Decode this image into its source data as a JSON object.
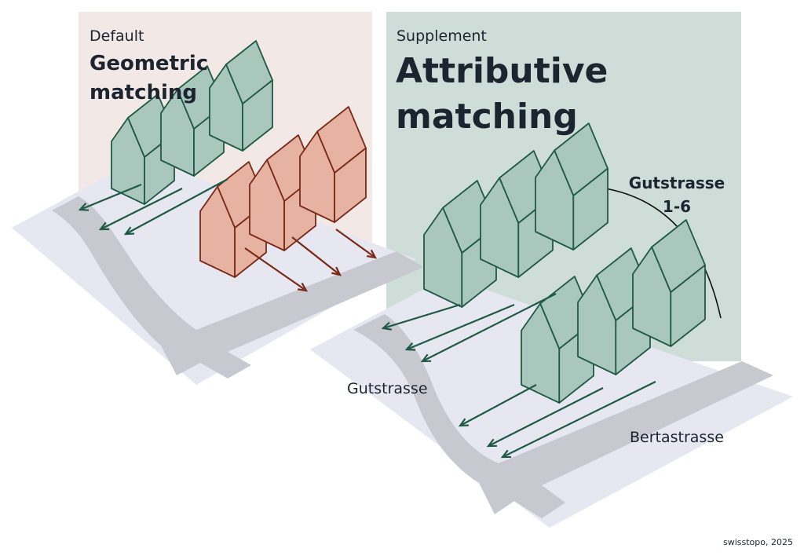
{
  "left_panel": {
    "overline": "Default",
    "title_line1": "Geometric",
    "title_line2": "matching",
    "bg_color": "#f2e9e6"
  },
  "right_panel": {
    "overline": "Supplement",
    "title_line1": "Attributive",
    "title_line2": "matching",
    "bg_color": "#cfddd9"
  },
  "street_labels": {
    "gutstrasse": "Gutstrasse",
    "bertastrasse": "Bertastrasse",
    "address_range_line1": "Gutstrasse",
    "address_range_line2": "1-6"
  },
  "credit": "swisstopo, 2025",
  "colors": {
    "ground": "#e6e7f1",
    "road": "#c7c8d0",
    "house_green_fill": "#a9c7bc",
    "house_green_stroke": "#1e5a44",
    "house_red_fill": "#e6b3a2",
    "house_red_stroke": "#7a2a17",
    "text": "#1c2430"
  }
}
